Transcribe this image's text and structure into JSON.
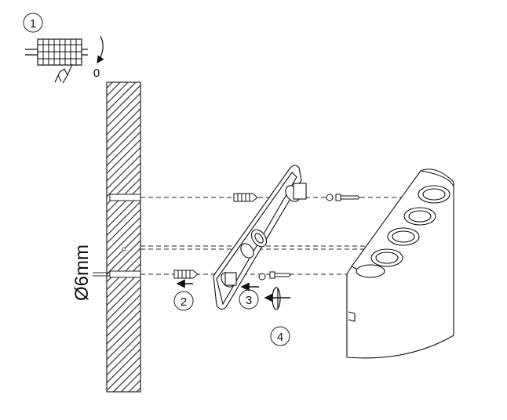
{
  "steps": {
    "step1": "1",
    "step2": "2",
    "step3": "3",
    "step4": "4"
  },
  "power_state": "0",
  "drill_diameter": "Ø6mm",
  "colors": {
    "line": "#1a1a1a",
    "wall_hatch": "#333333",
    "background": "#ffffff"
  },
  "icons": [
    "terminal-block-icon",
    "hand-icon",
    "screwdriver-icon",
    "arrow-icon"
  ]
}
